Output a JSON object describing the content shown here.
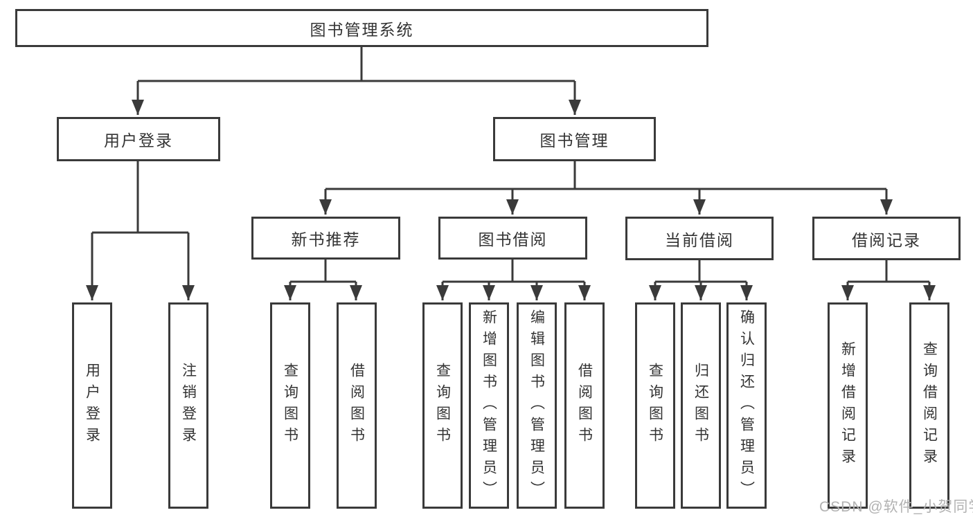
{
  "diagram": {
    "root": {
      "label": "图书管理系统"
    },
    "branches": [
      {
        "label": "用户登录",
        "children": [
          {
            "label": "用户登录"
          },
          {
            "label": "注销登录"
          }
        ]
      },
      {
        "label": "图书管理",
        "sections": [
          {
            "label": "新书推荐",
            "children": [
              {
                "label": "查询图书"
              },
              {
                "label": "借阅图书"
              }
            ]
          },
          {
            "label": "图书借阅",
            "children": [
              {
                "label": "查询图书"
              },
              {
                "label": "新增图书（管理员）"
              },
              {
                "label": "编辑图书（管理员）"
              },
              {
                "label": "借阅图书"
              }
            ]
          },
          {
            "label": "当前借阅",
            "children": [
              {
                "label": "查询图书"
              },
              {
                "label": "归还图书"
              },
              {
                "label": "确认归还（管理员）"
              }
            ]
          },
          {
            "label": "借阅记录",
            "children": [
              {
                "label": "新增借阅记录"
              },
              {
                "label": "查询借阅记录"
              }
            ]
          }
        ]
      }
    ]
  },
  "watermark": {
    "text": "CSDN @软件_小贺同学",
    "color": "#b2b2b2"
  },
  "colors": {
    "line": "#3a3a3a",
    "text": "#333333",
    "background": "#ffffff"
  }
}
